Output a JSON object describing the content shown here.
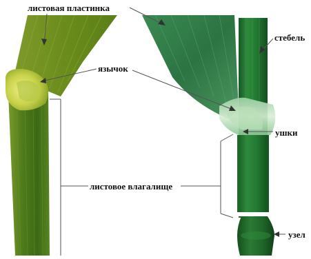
{
  "labels": {
    "leaf_blade": "листовая пластинка",
    "stem": "стебель",
    "ligule": "язычок",
    "auricles": "ушки",
    "leaf_sheath": "листовое влагалище",
    "node": "узел"
  },
  "colors": {
    "background": "#ffffff",
    "label_text": "#111111",
    "leader_line": "#555555",
    "left_blade": "#6e8f1e",
    "left_ligule": "#d8d85a",
    "left_sheath": "#4e7a1a",
    "right_blade": "#2f7a45",
    "right_stem": "#1f6a2a",
    "right_sheath_collar": "#cfe8c8",
    "node": "#1e5e26"
  }
}
